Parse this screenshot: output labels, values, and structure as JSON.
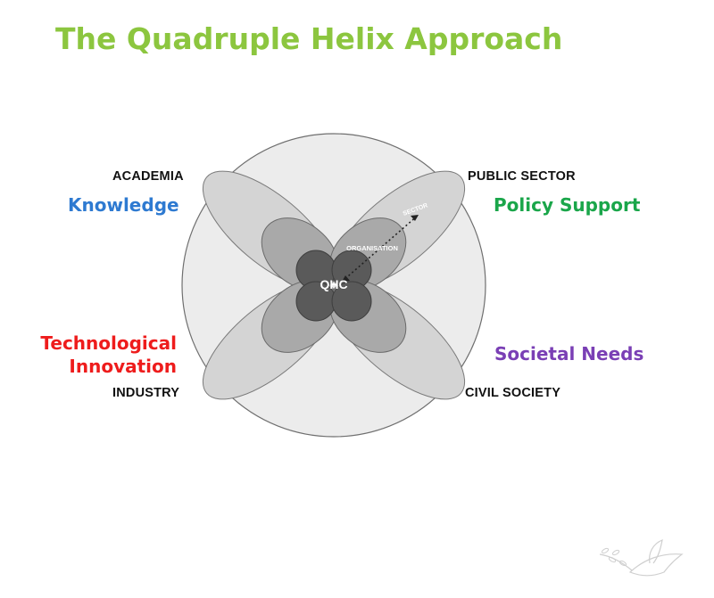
{
  "title": "The Quadruple Helix Approach",
  "center_label": "QHC",
  "inner_labels": {
    "organisation": "ORGANISATION",
    "sector": "SECTOR"
  },
  "sectors": {
    "academia": "ACADEMIA",
    "public_sector": "PUBLIC SECTOR",
    "industry": "INDUSTRY",
    "civil_society": "CIVIL SOCIETY"
  },
  "themes": {
    "knowledge": "Knowledge",
    "policy_support": "Policy Support",
    "technological_innovation": "Technological Innovation",
    "societal_needs": "Societal Needs"
  },
  "colors": {
    "title": "#8cc63f",
    "knowledge": "#2e7ad1",
    "policy_support": "#1aa64a",
    "technological_innovation": "#ee1c1c",
    "societal_needs": "#7a3fb5"
  },
  "icons": {
    "watermark": "dove-olive-branch-icon"
  }
}
